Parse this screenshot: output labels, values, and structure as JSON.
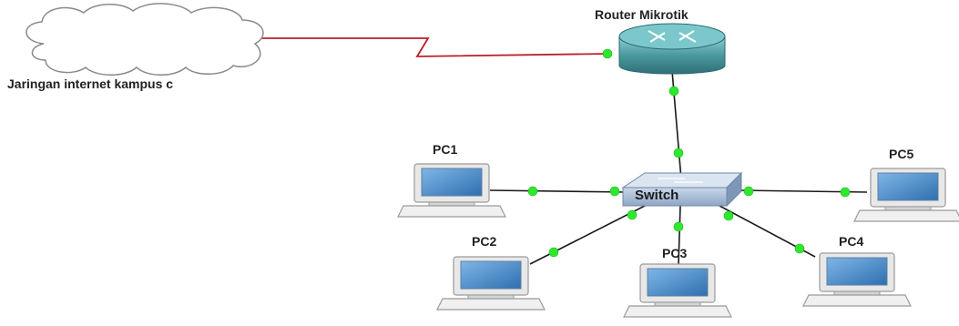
{
  "diagram": {
    "cloud": {
      "label": "Jaringan internet kampus c"
    },
    "router": {
      "label": "Router Mikrotik"
    },
    "switch": {
      "label": "Switch"
    },
    "pcs": [
      {
        "id": "pc1",
        "label": "PC1"
      },
      {
        "id": "pc2",
        "label": "PC2"
      },
      {
        "id": "pc3",
        "label": "PC3"
      },
      {
        "id": "pc4",
        "label": "PC4"
      },
      {
        "id": "pc5",
        "label": "PC5"
      }
    ],
    "colors": {
      "link_green": "#2ee82e",
      "wan_red": "#b8202a",
      "cable": "#1a1a1a",
      "router_teal": "#4a9aa0",
      "switch_blue": "#9bb3cf",
      "monitor_screen": "#3f86c8"
    }
  }
}
